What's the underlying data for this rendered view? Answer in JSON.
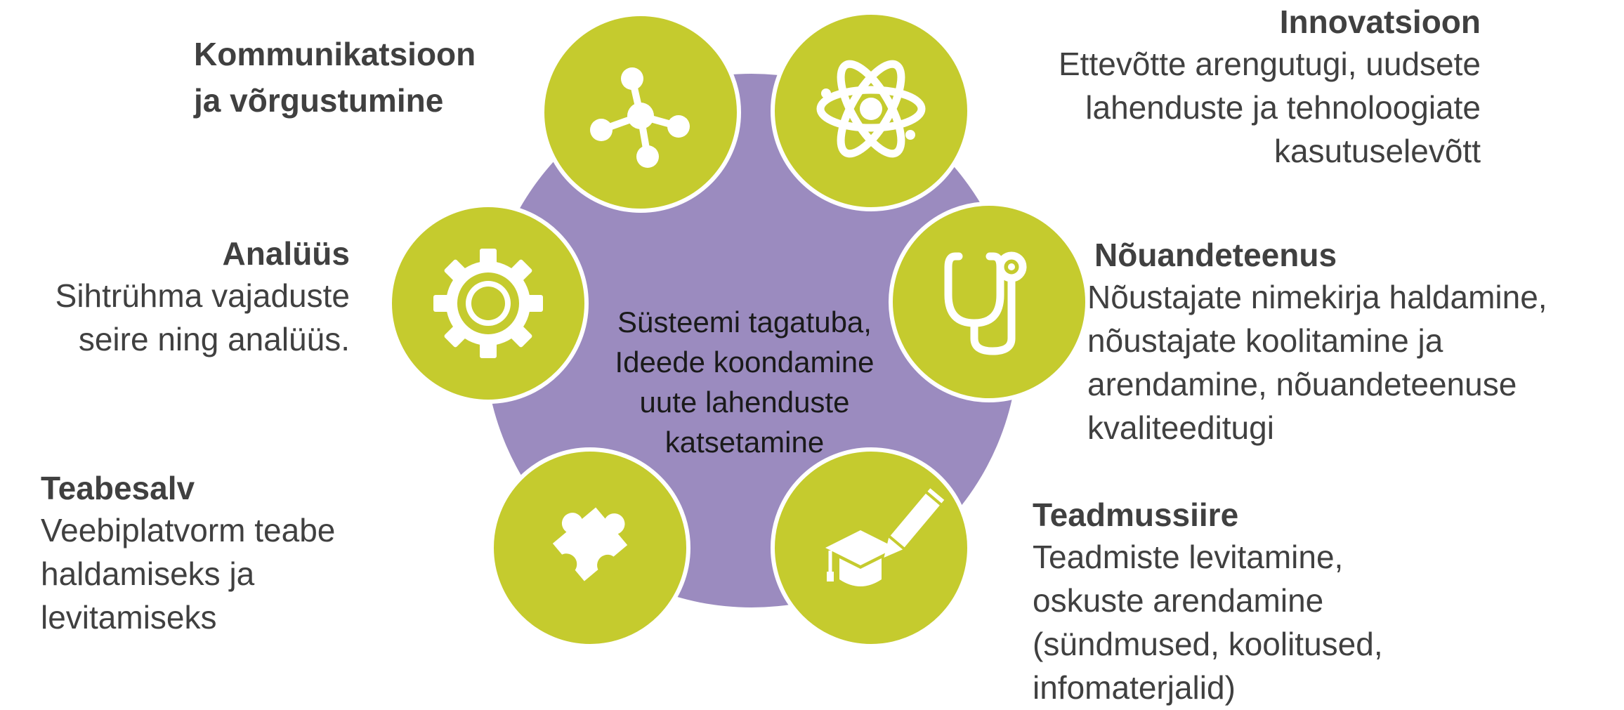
{
  "colors": {
    "center_fill": "#9b8bbf",
    "node_fill": "#c5cb2e",
    "icon_color": "#ffffff",
    "text": "#404040"
  },
  "center": {
    "text": "Süsteemi tagatuba,\nIdeede koondamine\nuute lahenduste\nkatsetamine"
  },
  "nodes": [
    {
      "id": "kommunikatsioon",
      "icon": "network-icon",
      "title": "Kommunikatsioon\nja võrgustumine",
      "description": ""
    },
    {
      "id": "innovatsioon",
      "icon": "atom-icon",
      "title": "Innovatsioon",
      "description": "Ettevõtte arengutugi, uudsete\nlahenduste ja tehnoloogiate\nkasutuselevõtt"
    },
    {
      "id": "analuus",
      "icon": "gear-icon",
      "title": "Analüüs",
      "description": "Sihtrühma vajaduste\nseire ning analüüs."
    },
    {
      "id": "nouandeteenus",
      "icon": "stethoscope-icon",
      "title": "Nõuandeteenus",
      "description": "Nõustajate nimekirja haldamine,\nnõustajate koolitamine ja\narendamine, nõuandeteenuse\nkvaliteeditugi"
    },
    {
      "id": "teabesalv",
      "icon": "puzzle-icon",
      "title": "Teabesalv",
      "description": "Veebiplatvorm teabe\nhaldamiseks ja\nlevitamiseks"
    },
    {
      "id": "teadmussiire",
      "icon": "graduation-cap-pencil-icon",
      "title": "Teadmussiire",
      "description": "Teadmiste levitamine,\noskuste arendamine\n(sündmused, koolitused,\ninfomaterjalid)"
    }
  ]
}
